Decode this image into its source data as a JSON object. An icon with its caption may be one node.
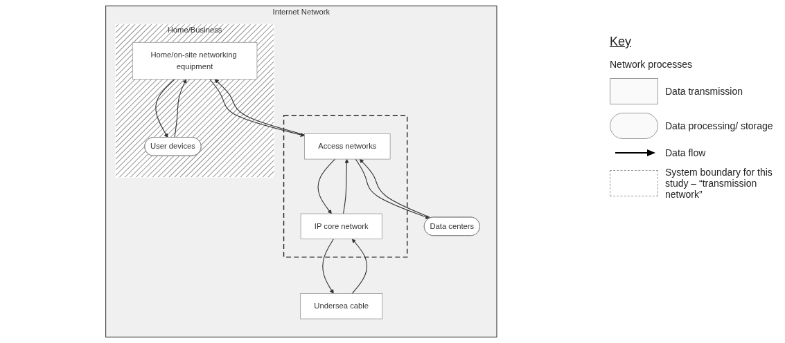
{
  "diagram": {
    "nodes": [
      {
        "text": [
          "Internet Network"
        ]
      },
      {
        "text": [],
        "shape": "box",
        "in": 0
      },
      {
        "text": [
          "IP core network"
        ],
        "in": 1
      },
      {
        "text": [
          "Access networks"
        ],
        "in": 1
      },
      {
        "text": [
          "Home/Business"
        ],
        "in": 0
      },
      {
        "text": [
          "Home/on-site networking equipment"
        ],
        "in": 4
      },
      {
        "text": [
          "Undersea cable"
        ],
        "in": 0
      },
      {
        "text": [
          "Data centers"
        ],
        "in": 0
      },
      {
        "text": [
          "User devices"
        ],
        "in": 4
      }
    ],
    "edges": [
      {
        "from": 2,
        "to": 3,
        "arrow": "to"
      },
      {
        "from": 3,
        "to": 2,
        "arrow": "to"
      },
      {
        "from": 3,
        "to": 5,
        "arrow": "to"
      },
      {
        "from": 5,
        "to": 3,
        "arrow": "to"
      },
      {
        "from": 6,
        "to": 2,
        "arrow": "to"
      },
      {
        "from": 2,
        "to": 6,
        "arrow": "to"
      },
      {
        "from": 7,
        "to": 3,
        "arrow": "to"
      },
      {
        "from": 3,
        "to": 7,
        "arrow": "to"
      },
      {
        "from": 8,
        "to": 5,
        "arrow": "to"
      },
      {
        "from": 5,
        "to": 8,
        "arrow": "to"
      }
    ],
    "labels": [
      "Key",
      "Network processes"
    ],
    "legend": [
      {
        "text": "Data transmission"
      },
      {
        "text": "Data processing/ storage"
      },
      {
        "text": "Data flow"
      },
      {
        "text": "System boundary for this study – “transmission network”"
      }
    ]
  }
}
